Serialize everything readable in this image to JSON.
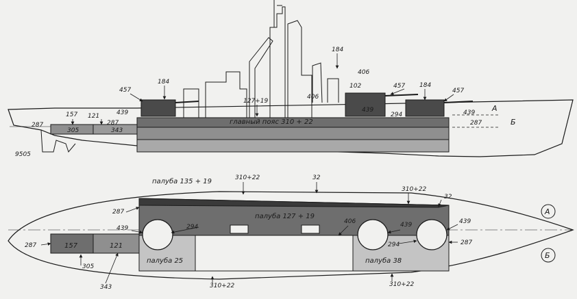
{
  "colors": {
    "paper": "#f1f1ef",
    "line": "#1a1a1a",
    "armor_dark": "#6e6e6e",
    "armor_mid": "#8f8f8f",
    "armor_light": "#c4c4c4",
    "armor_black": "#3a3a3a"
  },
  "side_view": {
    "drawing_no": "9505",
    "belt_label": "главный пояс 310 + 22",
    "labels": {
      "l457_fwd": "457",
      "l184_fwd": "184",
      "l457_mid": "457",
      "l184_aft": "184",
      "l457_aft": "457",
      "l184_top": "184",
      "l406_top": "406",
      "l406_mid": "406",
      "l102": "102",
      "l127": "127+19",
      "l157": "157",
      "l121": "121",
      "l287a": "287",
      "l287b": "287",
      "l287c": "287",
      "l305": "305",
      "l343": "343",
      "l439a": "439",
      "l439b": "439",
      "l439c": "439",
      "l294": "294",
      "sec_a": "A",
      "sec_b": "Б"
    }
  },
  "plan_view": {
    "deck_fwd_label": "палуба 135 + 19",
    "deck_main_label": "палуба 127 + 19",
    "deck_low_fwd_label": "палуба 25",
    "deck_low_aft_label": "палуба 38",
    "labels": {
      "p310a": "310+22",
      "p32a": "32",
      "p310b": "310+22",
      "p32b": "32",
      "p287a": "287",
      "p287b": "287",
      "p287c": "287",
      "p439a": "439",
      "p439b": "439",
      "p439c": "439",
      "p294a": "294",
      "p294b": "294",
      "p406": "406",
      "p157": "157",
      "p121": "121",
      "p305": "305",
      "p343": "343",
      "p310c": "310+22",
      "p310d": "310+22",
      "circle_a": "A",
      "circle_b": "Б"
    }
  }
}
